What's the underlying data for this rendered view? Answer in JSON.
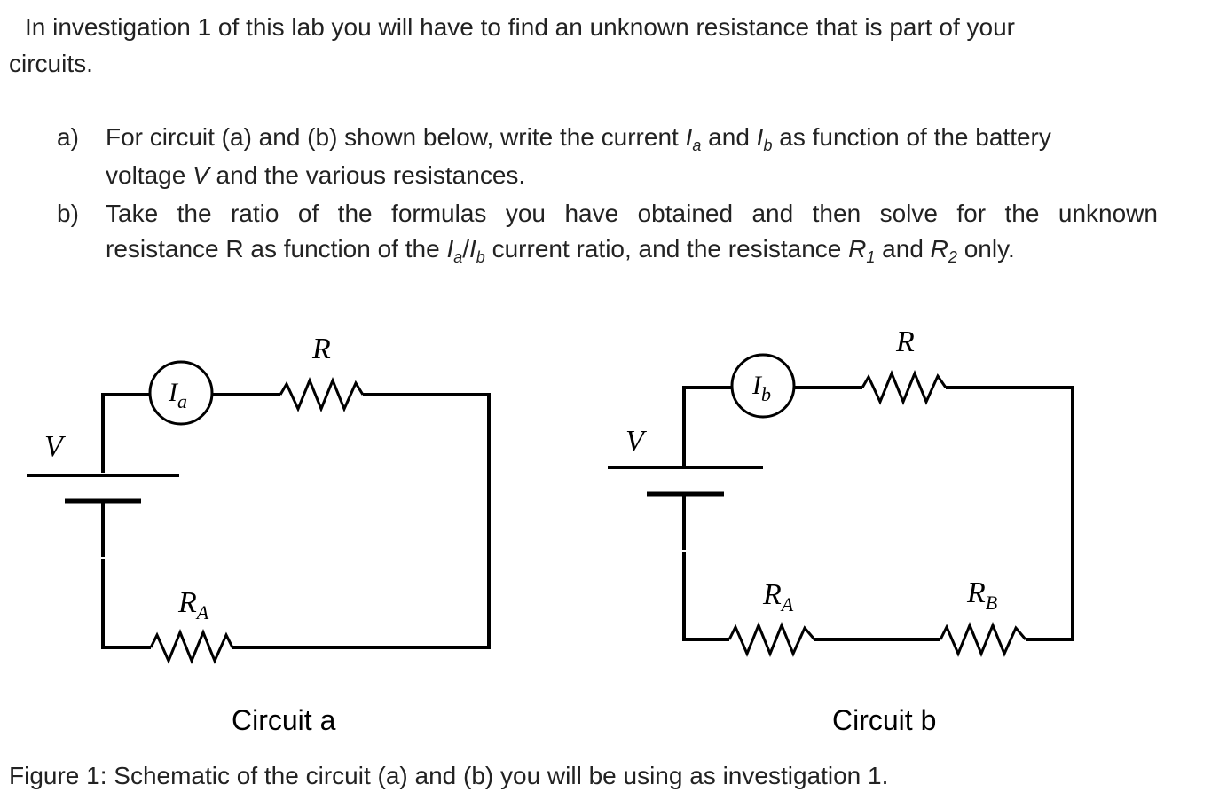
{
  "intro": {
    "line1": "In investigation 1 of this lab you will have to find an unknown resistance that is part of your",
    "line2": "circuits."
  },
  "questions": {
    "a": {
      "label": "a)",
      "line1_part1": "For circuit (a) and (b) shown below, write the current ",
      "I": "I",
      "sub_a": "a",
      "and": " and ",
      "sub_b": "b",
      "line1_part2": " as function of the battery",
      "line2_part1": "voltage ",
      "V": "V",
      "line2_part2": " and the various resistances."
    },
    "b": {
      "label": "b)",
      "line1": [
        "Take",
        "the",
        "ratio",
        "of",
        "the",
        "formulas",
        "you",
        "have",
        "obtained",
        "and",
        "then",
        "solve",
        "for",
        "the",
        "unknown"
      ],
      "line2_part1": "resistance R as function of the ",
      "slash": "/",
      "line2_part2": " current ratio, and the resistance ",
      "R": "R",
      "sub_1": "1",
      "and": " and ",
      "sub_2": "2",
      "line2_part3": " only."
    }
  },
  "circuit_a": {
    "title": "Circuit a",
    "battery_label": "V",
    "meter_label": "I",
    "meter_sub": "a",
    "top_resistor": "R",
    "bottom_resistor": "R",
    "bottom_resistor_sub": "A"
  },
  "circuit_b": {
    "title": "Circuit b",
    "battery_label": "V",
    "meter_label": "I",
    "meter_sub": "b",
    "top_resistor": "R",
    "resistor_a": "R",
    "resistor_a_sub": "A",
    "resistor_b": "R",
    "resistor_b_sub": "B"
  },
  "caption": "Figure 1: Schematic of the circuit (a) and (b) you will be using as investigation 1."
}
